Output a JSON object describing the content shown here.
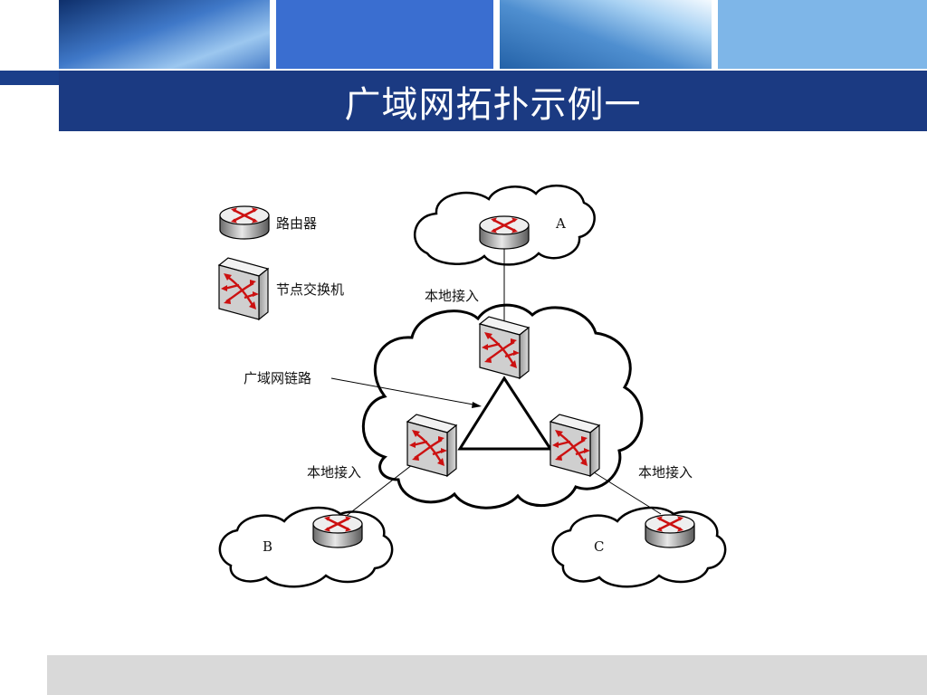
{
  "slide": {
    "title": "广域网拓扑示例一"
  },
  "legend": {
    "router_label": "路由器",
    "switch_label": "节点交换机"
  },
  "diagram": {
    "wan_link_label": "广域网链路",
    "local_access_top": "本地接入",
    "local_access_left": "本地接入",
    "local_access_right": "本地接入",
    "site_a": "A",
    "site_b": "B",
    "site_c": "C"
  },
  "colors": {
    "title_bar": "#1b3a82",
    "arrow_red": "#cc1111",
    "footer": "#d9d9d9"
  },
  "icons": [
    "router-icon",
    "switch-icon",
    "cloud-shape"
  ]
}
